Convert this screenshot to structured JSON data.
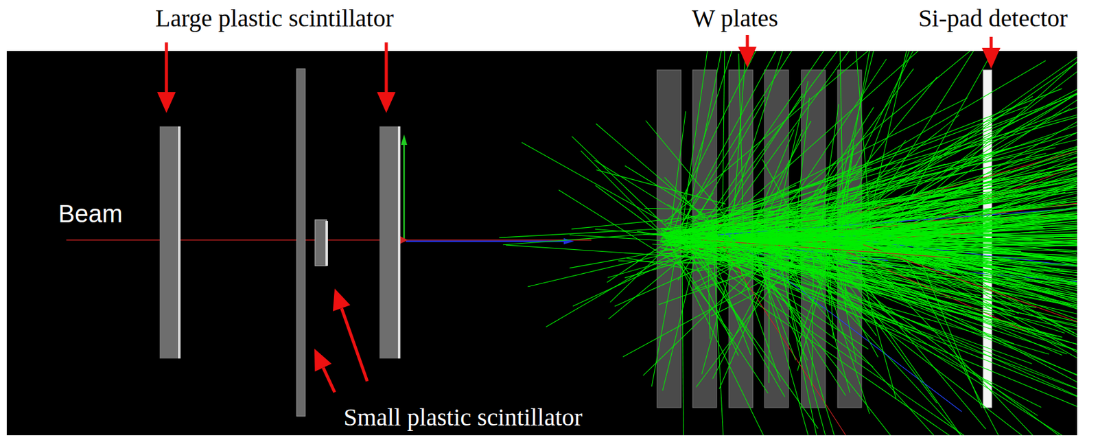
{
  "diagram": {
    "labels": [
      "Large plastic scintillator",
      "W plates",
      "Si-pad detector",
      "Beam",
      "Small plastic scintillator"
    ]
  }
}
